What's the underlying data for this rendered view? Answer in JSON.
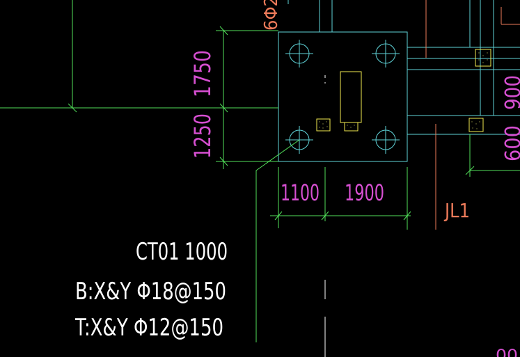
{
  "colors": {
    "background": "#000000",
    "cyan": "#5fd3d8",
    "green": "#52e05a",
    "magenta": "#d64fd1",
    "white": "#ffffff",
    "yellow": "#f2ea50",
    "orange": "#ee7b5a"
  },
  "labels": {
    "top_partial": "6Φ2",
    "dim_top": "1750",
    "dim_bottom": "1250",
    "dim_left": "1100",
    "dim_right": "1900",
    "right_900": "900",
    "right_600": "600",
    "beam": "JL1",
    "cap_id": "CT01 1000",
    "rebar_bottom": "B:X&Y Φ18@150",
    "rebar_top": "T:X&Y Φ12@150",
    "corner_partial": "00"
  }
}
